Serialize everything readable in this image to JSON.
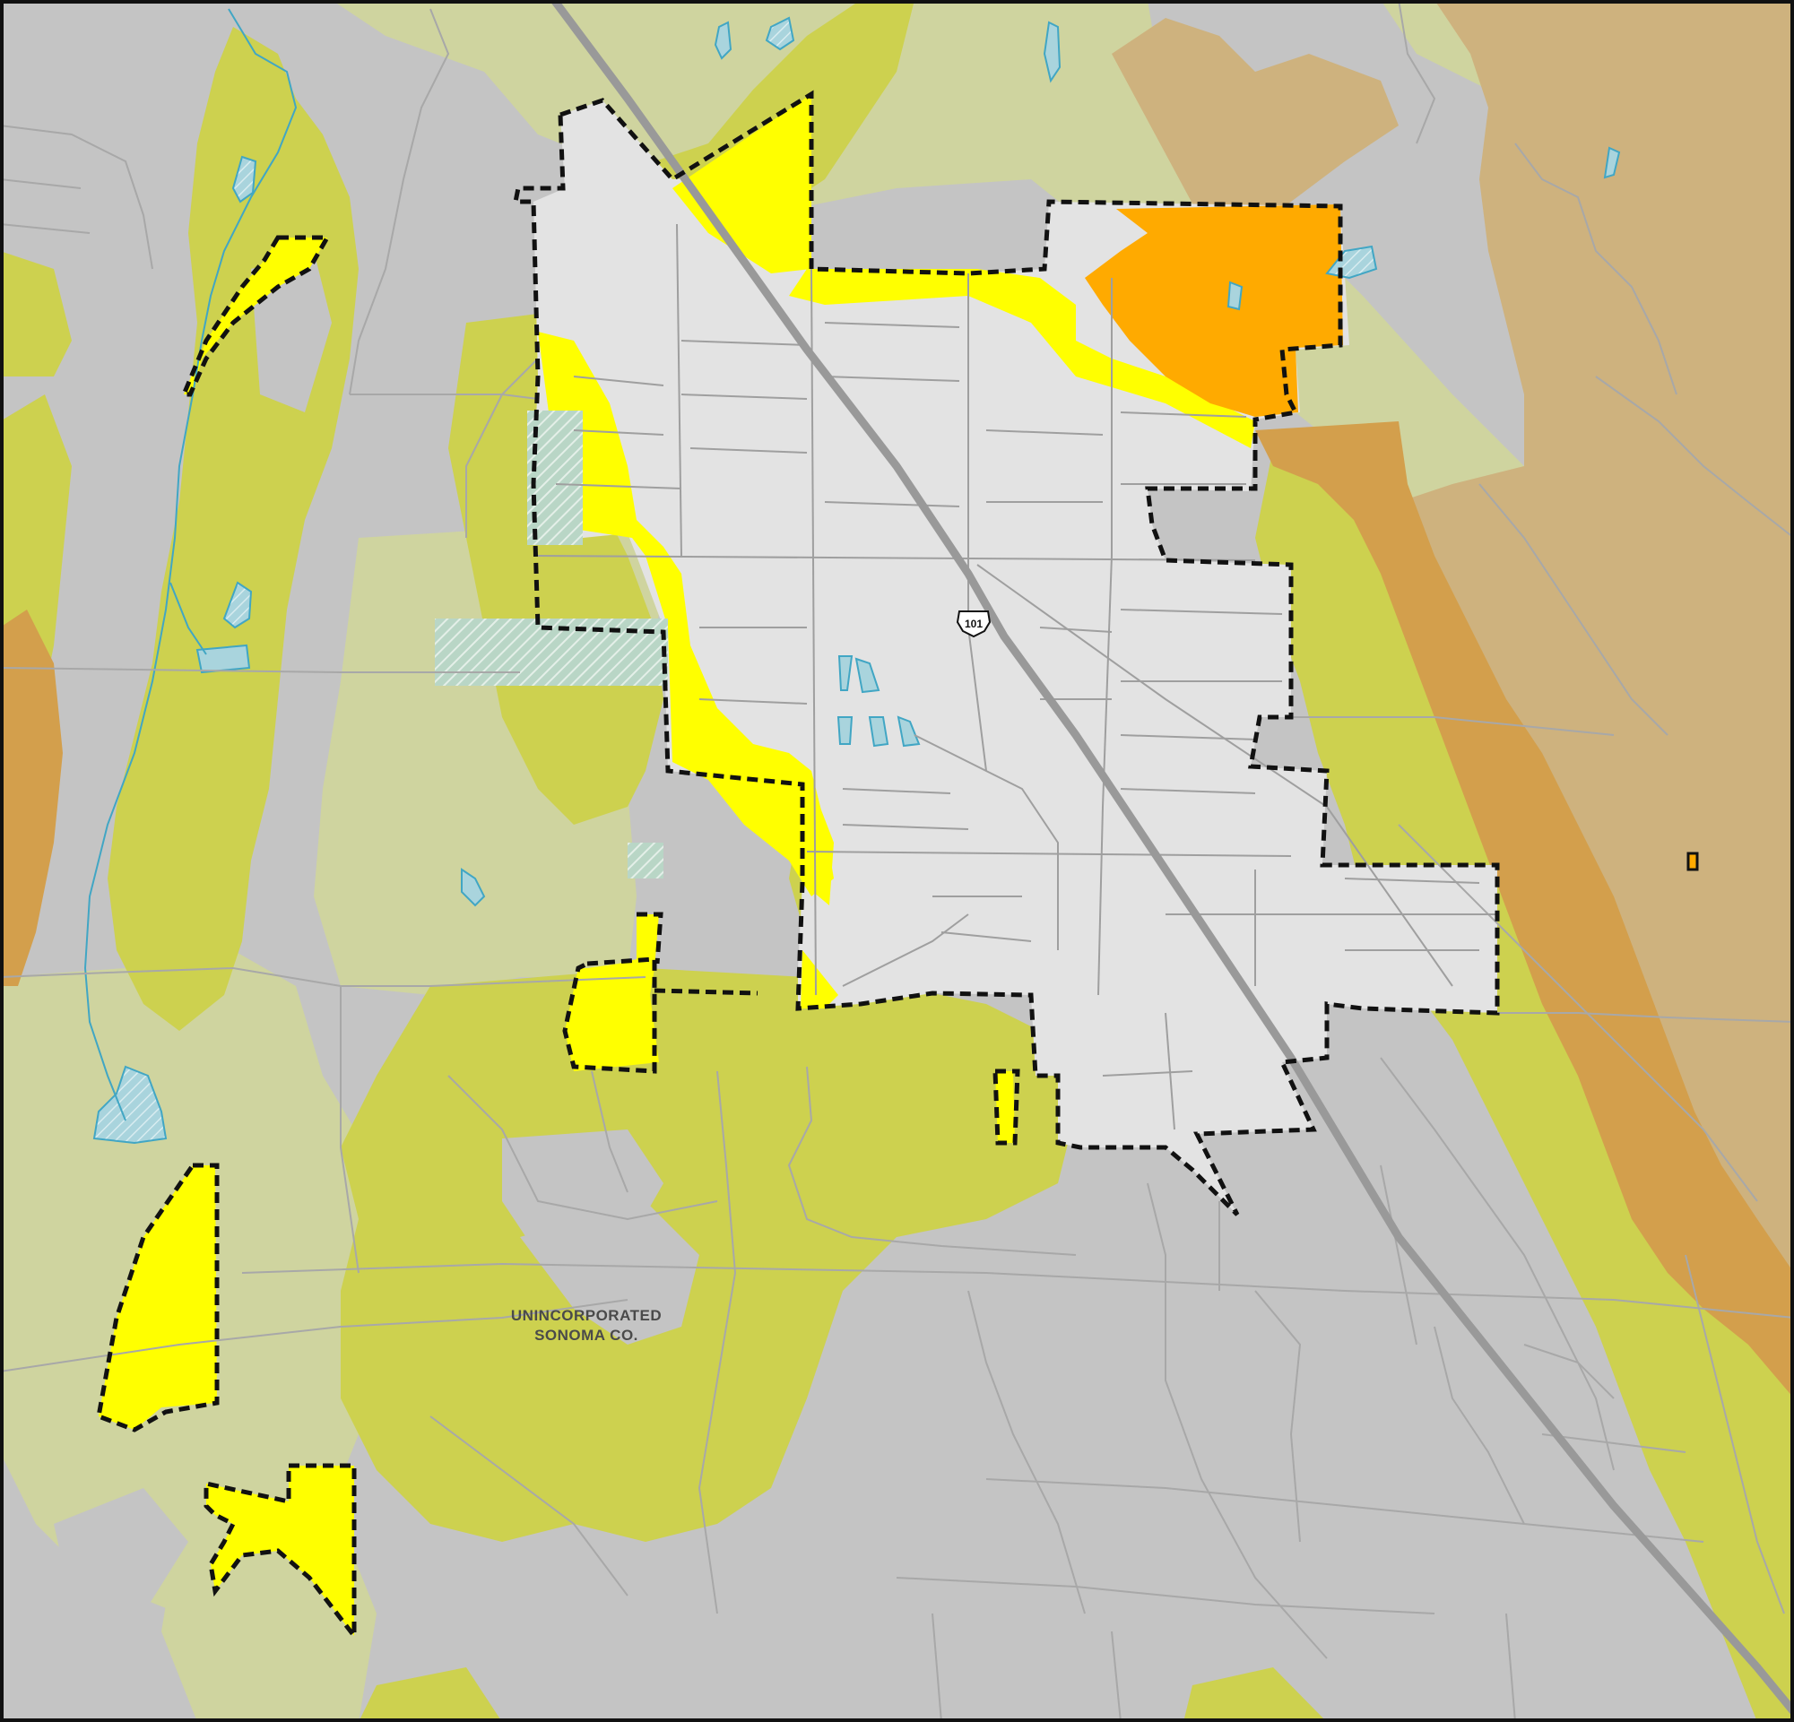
{
  "map": {
    "label_line1": "UNINCORPORATED",
    "label_line2": "SONOMA CO.",
    "highway_shield": "101"
  },
  "colors": {
    "background_gray": "#c4c4c4",
    "city_fill": "#e3e3e3",
    "zone_olive": "#cdd14f",
    "zone_pale_olive": "#cfd49f",
    "zone_yellow": "#ffff00",
    "zone_orange": "#ffaa00",
    "zone_tan": "#ceb27e",
    "zone_brown": "#d39f4c",
    "water_blue": "#a9d4dd",
    "creek_blue": "#41a6c4",
    "road_gray": "#a8a8a8",
    "highway_gray": "#999999",
    "boundary_black": "#111111"
  },
  "icons": {
    "highway_shield": "us-highway-shield-icon"
  }
}
